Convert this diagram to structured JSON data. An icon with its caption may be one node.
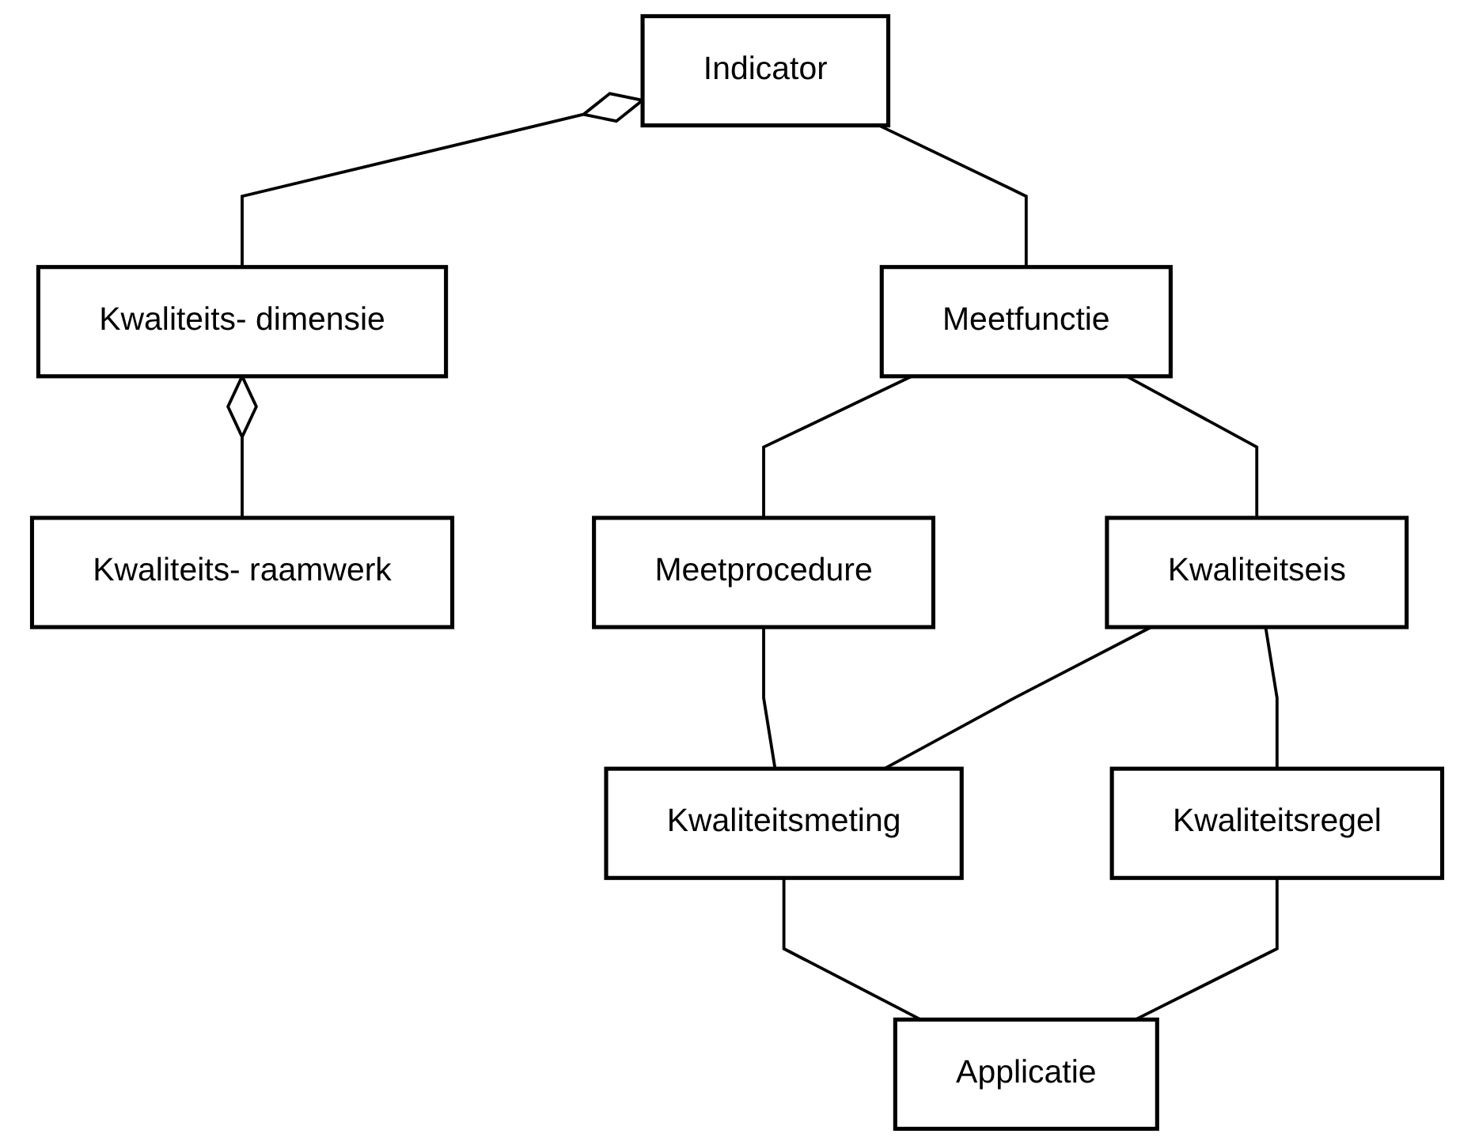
{
  "diagram": {
    "nodes": [
      {
        "text": [
          "Indicator"
        ]
      },
      {
        "text": [
          "Kwaliteits- dimensie"
        ]
      },
      {
        "text": [
          "Kwaliteits- raamwerk"
        ]
      },
      {
        "text": [
          "Meetfunctie"
        ]
      },
      {
        "text": [
          "Meetprocedure"
        ]
      },
      {
        "text": [
          "Kwaliteitseis"
        ]
      },
      {
        "text": [
          "Kwaliteitsmeting"
        ]
      },
      {
        "text": [
          "Applicatie"
        ]
      },
      {
        "text": [
          "Kwaliteitsregel"
        ]
      }
    ],
    "edges": [
      {
        "from": 0,
        "to": 1,
        "arrow": "other"
      },
      {
        "from": 1,
        "to": 2,
        "arrow": "other"
      },
      {
        "from": 0,
        "to": 3,
        "arrow": "none"
      },
      {
        "from": 3,
        "to": 4,
        "arrow": "none"
      },
      {
        "from": 3,
        "to": 5,
        "arrow": "none"
      },
      {
        "from": 4,
        "to": 6,
        "arrow": "none"
      },
      {
        "from": 5,
        "to": 6,
        "arrow": "none"
      },
      {
        "from": 6,
        "to": 7,
        "arrow": "none"
      },
      {
        "from": 5,
        "to": 8,
        "arrow": "none"
      },
      {
        "from": 8,
        "to": 7,
        "arrow": "none"
      }
    ]
  }
}
